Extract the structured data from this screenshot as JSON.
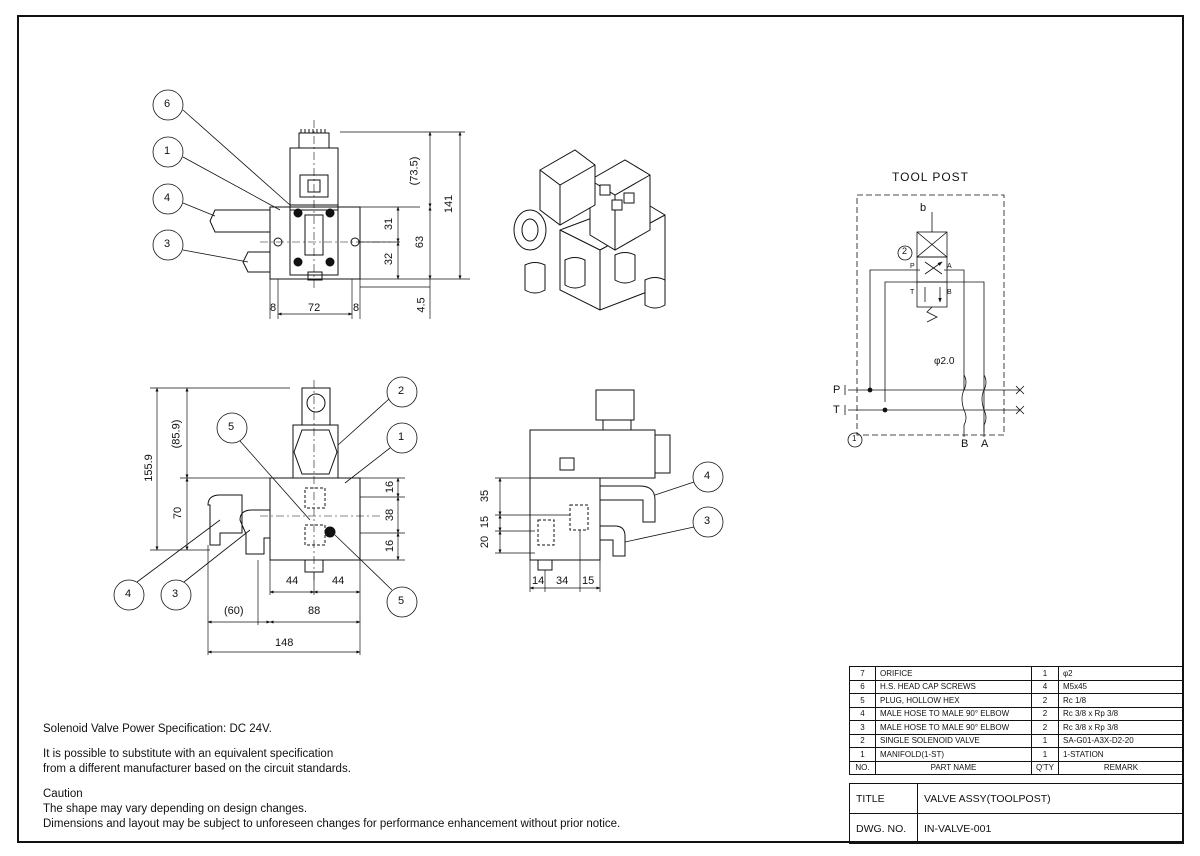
{
  "views": {
    "top_view": {
      "balloons": [
        "6",
        "1",
        "4",
        "3"
      ],
      "dims": [
        "(73.5)",
        "141",
        "31",
        "63",
        "32",
        "4.5",
        "8",
        "72",
        "8"
      ]
    },
    "front_view": {
      "balloons": [
        "2",
        "5",
        "1",
        "4",
        "3",
        "5"
      ],
      "dims": [
        "155.9",
        "(85.9)",
        "70",
        "16",
        "38",
        "16",
        "44",
        "44",
        "(60)",
        "88",
        "148"
      ]
    },
    "side_view": {
      "balloons": [
        "4",
        "3"
      ],
      "dims": [
        "35",
        "15",
        "20",
        "14",
        "34",
        "15"
      ]
    },
    "circuit": {
      "title": "TOOL POST",
      "port_b_top": "b",
      "item_balloon": "2",
      "port_p_small": "P",
      "port_a_small": "A",
      "port_t_small": "T",
      "port_b_small": "B",
      "orifice_label": "φ2.0",
      "port_p": "P",
      "port_t": "T",
      "port_b": "B",
      "port_a": "A",
      "manifold_balloon": "1"
    }
  },
  "notes": {
    "power": "Solenoid Valve Power Specification: DC 24V.",
    "substitute": [
      "It is possible to substitute with an equivalent specification",
      "from a different manufacturer based on the circuit standards."
    ],
    "caution_title": "Caution",
    "caution": [
      "The shape may vary depending on design changes.",
      "Dimensions and layout may be subject to unforeseen changes for performance enhancement without prior notice."
    ]
  },
  "bom": {
    "rows": [
      {
        "no": "7",
        "name": "ORIFICE",
        "qty": "1",
        "remark": "φ2"
      },
      {
        "no": "6",
        "name": "H.S. HEAD CAP SCREWS",
        "qty": "4",
        "remark": "M5x45"
      },
      {
        "no": "5",
        "name": "PLUG, HOLLOW HEX",
        "qty": "2",
        "remark": "Rc 1/8"
      },
      {
        "no": "4",
        "name": "MALE HOSE TO MALE 90° ELBOW",
        "qty": "2",
        "remark": "Rc 3/8 x Rp 3/8"
      },
      {
        "no": "3",
        "name": "MALE HOSE TO MALE 90° ELBOW",
        "qty": "2",
        "remark": "Rc 3/8 x Rp 3/8"
      },
      {
        "no": "2",
        "name": "SINGLE SOLENOID VALVE",
        "qty": "1",
        "remark": "SA-G01-A3X-D2-20"
      },
      {
        "no": "1",
        "name": "MANIFOLD(1-ST)",
        "qty": "1",
        "remark": "1-STATION"
      }
    ],
    "header": {
      "no": "NO.",
      "name": "PART NAME",
      "qty": "Q'TY",
      "remark": "REMARK"
    }
  },
  "title_block": {
    "title_label": "TITLE",
    "title_value": "VALVE ASSY(TOOLPOST)",
    "dwg_label": "DWG. NO.",
    "dwg_value": "IN-VALVE-001"
  }
}
